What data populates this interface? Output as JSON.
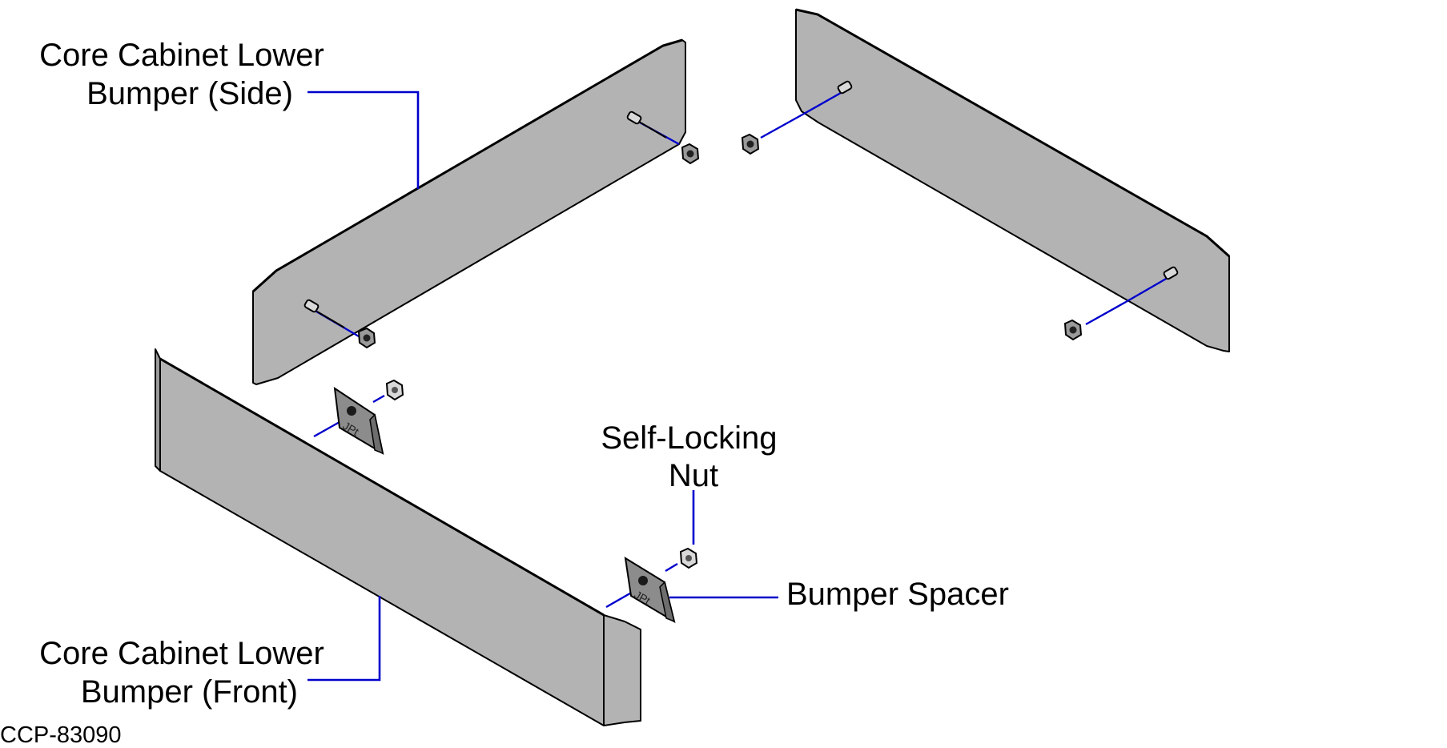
{
  "figure": {
    "id": "CCP-83090"
  },
  "callouts": {
    "side_bumper": [
      "Core Cabinet Lower",
      "Bumper (Side)"
    ],
    "front_bumper": [
      "Core Cabinet Lower",
      "Bumper (Front)"
    ],
    "self_locking_nut": [
      "Self-Locking",
      "Nut"
    ],
    "bumper_spacer": "Bumper Spacer"
  },
  "spacer_mark": "JPt",
  "colors": {
    "panel_fill": "#b3b3b3",
    "panel_dark": "#9a9a9a",
    "spacer_fill": "#8c8c8c",
    "leader": "#0000cc",
    "outline": "#000000"
  }
}
